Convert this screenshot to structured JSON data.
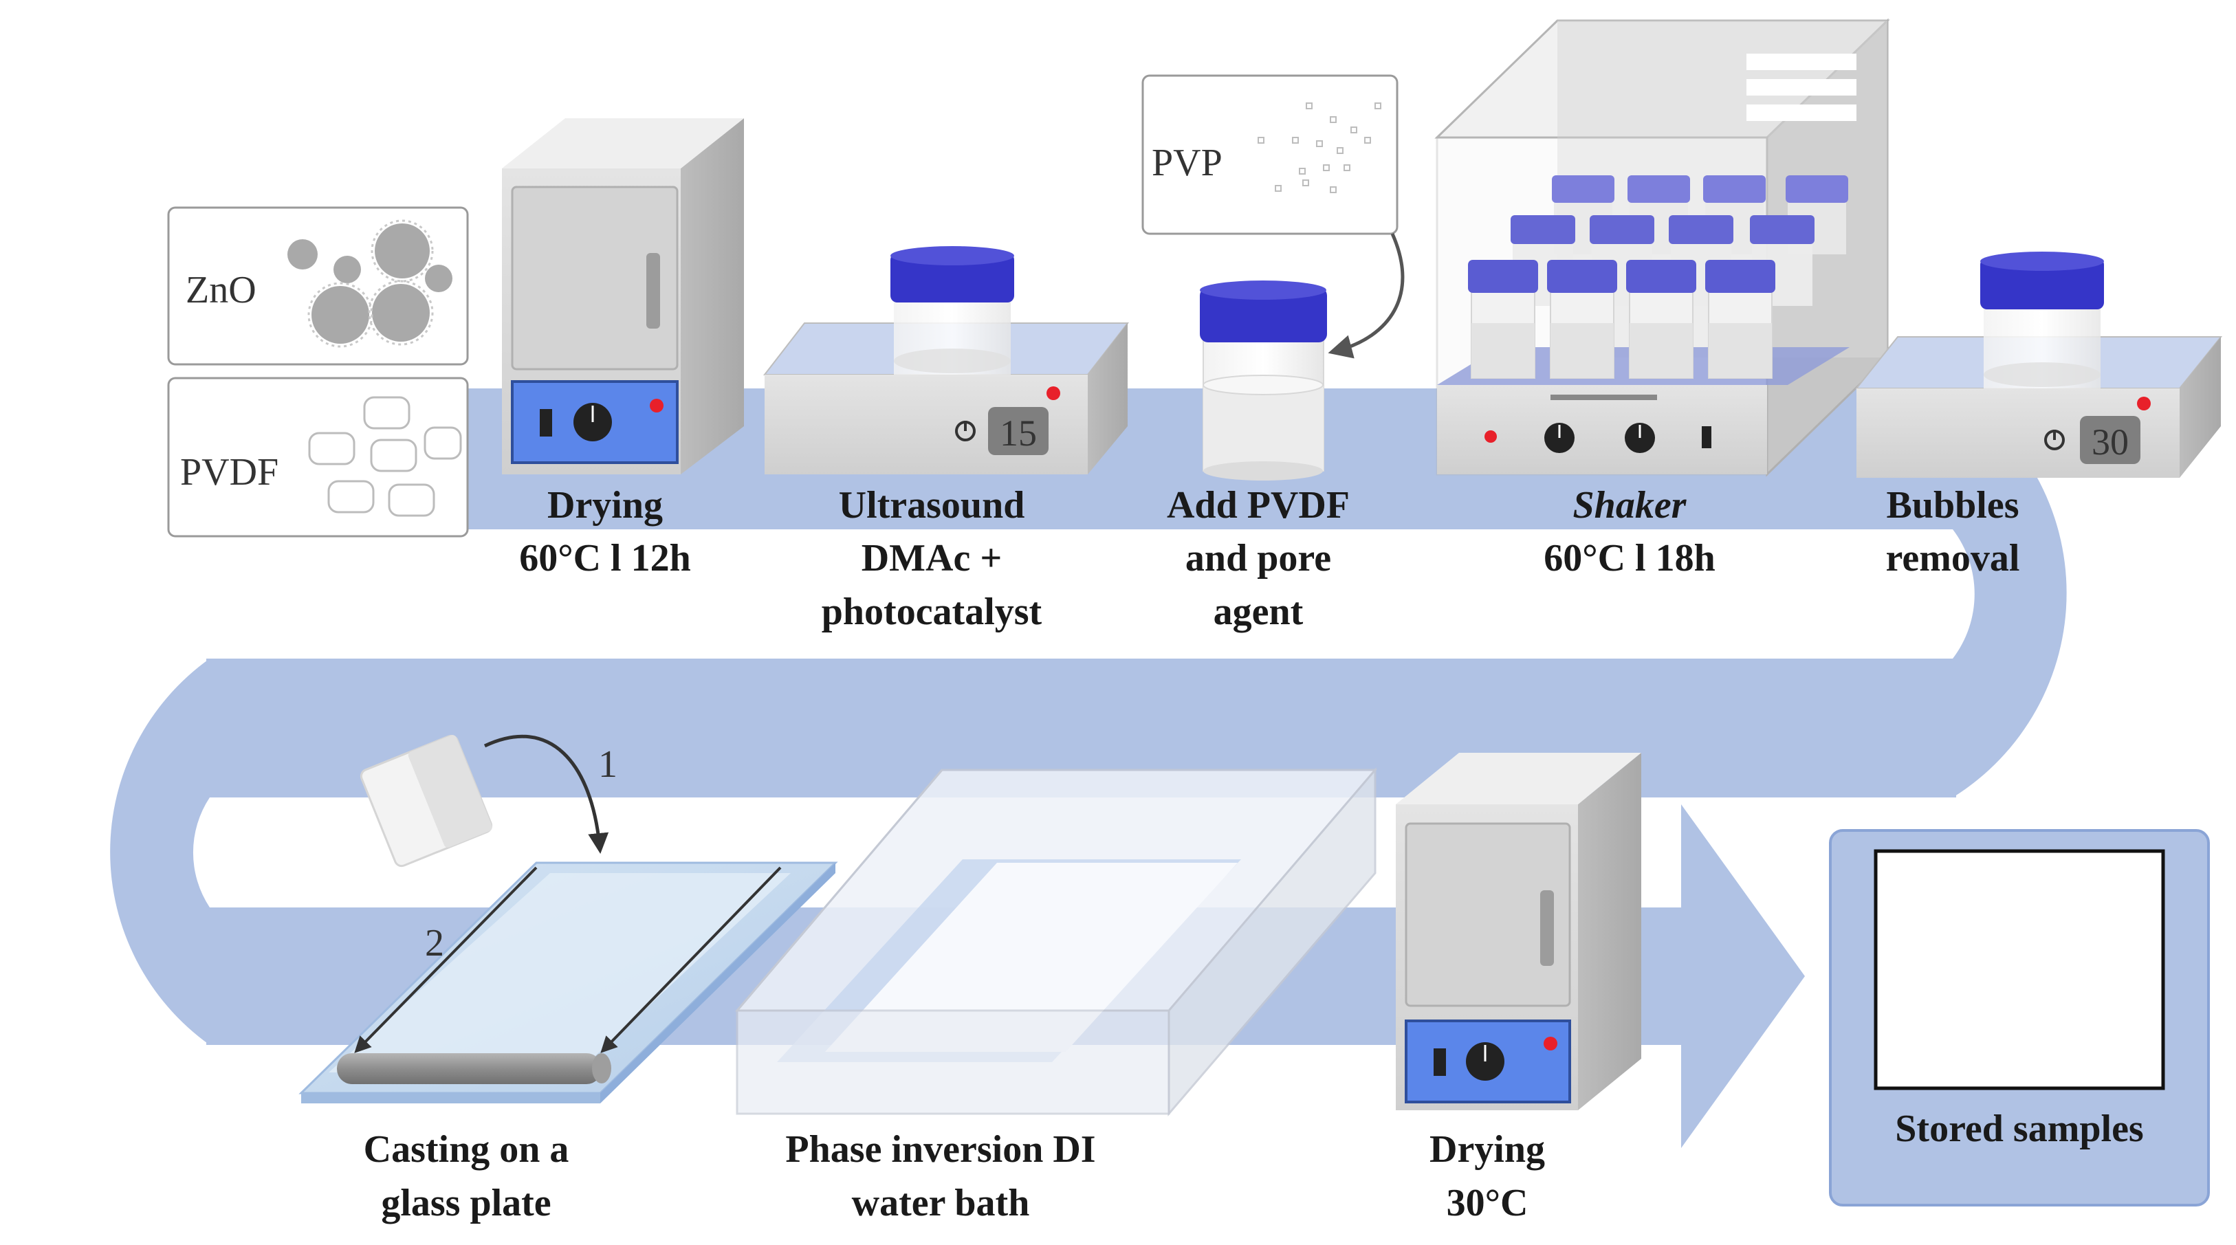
{
  "colors": {
    "path": "#b0c2e4",
    "cap": "#3535c8",
    "cap_light": "#7d7fdc",
    "panel": "#5b86ea",
    "device_body": "#d9d9d9",
    "indicator": "#e8202a",
    "label": "#1a1a1a"
  },
  "materials": {
    "zno": "ZnO",
    "pvdf": "PVDF",
    "pvp": "PVP"
  },
  "steps": {
    "drying1": {
      "line1": "Drying",
      "line2": "60°C l 12h"
    },
    "ultrasound": {
      "line1": "Ultrasound",
      "line2": "DMAc +",
      "line3": "photocatalyst",
      "timer": "15"
    },
    "add_pvdf": {
      "line1": "Add PVDF",
      "line2": "and pore",
      "line3": "agent"
    },
    "shaker": {
      "line1": "Shaker",
      "line2": "60°C l 18h"
    },
    "bubbles": {
      "line1": "Bubbles",
      "line2": "removal",
      "timer": "30"
    },
    "casting": {
      "line1": "Casting on a",
      "line2": "glass plate",
      "mark1": "1",
      "mark2": "2"
    },
    "phase": {
      "line1": "Phase inversion DI",
      "line2": "water bath"
    },
    "drying2": {
      "line1": "Drying",
      "line2": "30°C"
    },
    "stored": {
      "label": "Stored samples"
    }
  },
  "icons": [
    "oven-icon",
    "ultrasound-bath-icon",
    "jar-icon",
    "shaker-icon",
    "glass-plate-icon",
    "water-bath-icon"
  ]
}
